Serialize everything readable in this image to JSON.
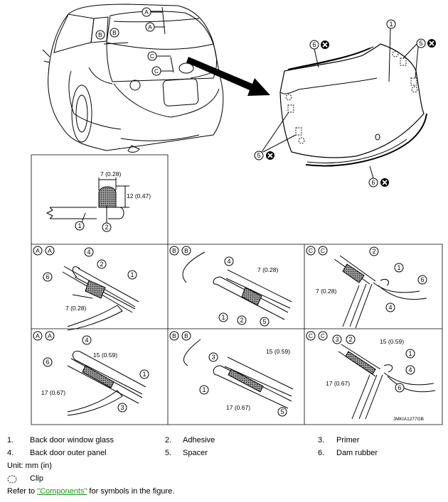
{
  "figure": {
    "code": "JMKIA1277GB",
    "callouts": {
      "c1": "1",
      "c2": "2",
      "c3": "3",
      "c4": "4",
      "c5": "5",
      "c6": "6"
    },
    "section_marks": {
      "a": "A",
      "b": "B",
      "c": "C"
    },
    "section_titles": {
      "aa": "A - A",
      "bb": "B - B",
      "cc": "C - C"
    },
    "dims": {
      "d7": "7 (0.28)",
      "d12": "12 (0.47)",
      "d15": "15 (0.59)",
      "d17": "17 (0.67)"
    }
  },
  "legend": {
    "items": [
      {
        "num": "1.",
        "text": "Back door window glass"
      },
      {
        "num": "2.",
        "text": "Adhesive"
      },
      {
        "num": "3.",
        "text": "Primer"
      },
      {
        "num": "4.",
        "text": "Back door outer panel"
      },
      {
        "num": "5.",
        "text": "Spacer"
      },
      {
        "num": "6.",
        "text": "Dam rubber"
      }
    ],
    "unit": "Unit:  mm (in)",
    "clip_label": "Clip",
    "refer_prefix": "Refer to ",
    "refer_link": "\"Components\"",
    "refer_suffix": " for symbols in the figure."
  }
}
